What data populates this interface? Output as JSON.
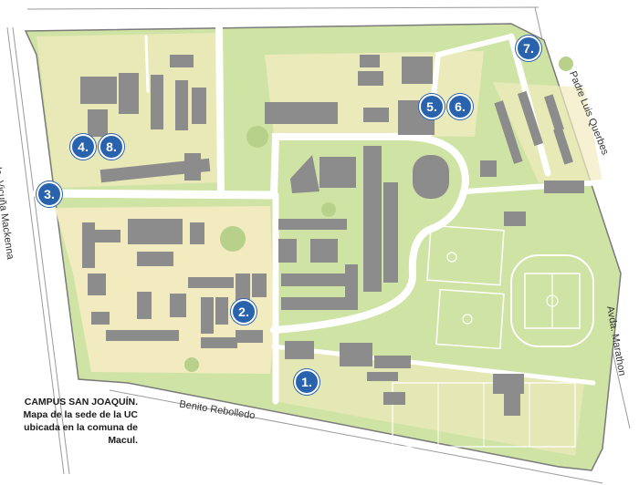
{
  "colors": {
    "campus_green": "#cfe3a5",
    "path_yellow": "#f1ebbf",
    "building_gray": "#8c8c8c",
    "road_white": "#ffffff",
    "marker_blue": "#2a63ad",
    "outline": "#7a7a7a"
  },
  "markers": [
    {
      "label": "1."
    },
    {
      "label": "2."
    },
    {
      "label": "3."
    },
    {
      "label": "4."
    },
    {
      "label": "5."
    },
    {
      "label": "6."
    },
    {
      "label": "7."
    },
    {
      "label": "8."
    }
  ],
  "streets": {
    "west": "Avda. Vicuña Mackenna",
    "south": "Benito Rebolledo",
    "east": "Avda. Marathon",
    "northeast": "Padre Luis Querbes"
  },
  "caption": {
    "title": "CAMPUS SAN JOAQUÍN.",
    "line1": "Mapa de la sede de la UC",
    "line2": "ubicada en la comuna de",
    "line3": "Macul."
  }
}
